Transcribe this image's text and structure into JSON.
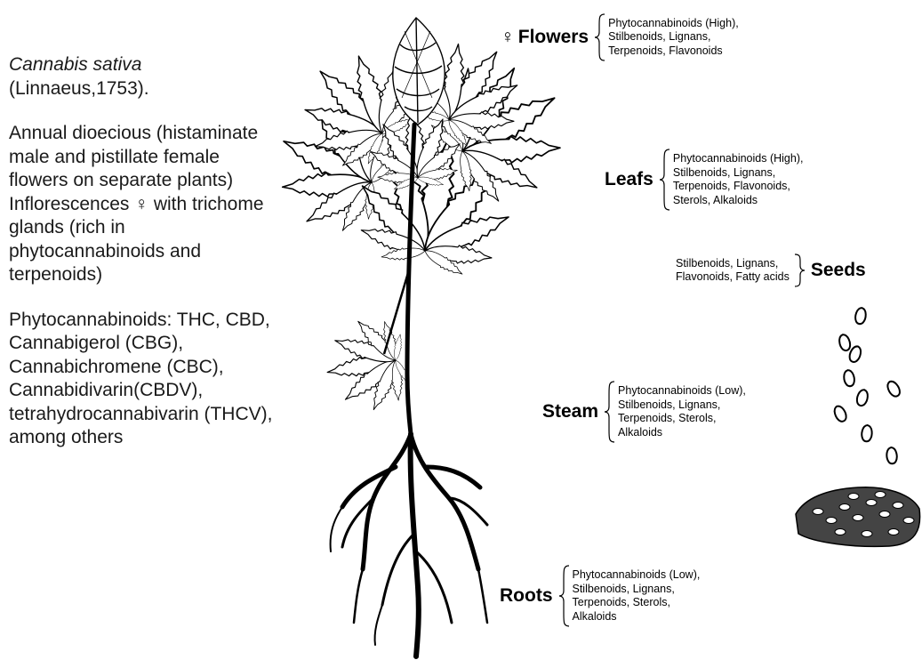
{
  "description": {
    "species": "Cannabis sativa",
    "authority": "(Linnaeus,1753).",
    "biology": "Annual dioecious (histaminate male and pistillate female flowers on separate plants) Inflorescences ♀ with trichome glands (rich in phytocannabinoids and terpenoids)",
    "compounds": "Phytocannabinoids: THC, CBD, Cannabigerol (CBG), Cannabichromene (CBC), Cannabidivarin(CBDV), tetrahydrocannabivarin (THCV), among others"
  },
  "parts": {
    "flowers": {
      "symbol": "♀",
      "label": "Flowers",
      "compounds": [
        "Phytocannabinoids (High),",
        "Stilbenoids, Lignans,",
        "Terpenoids, Flavonoids"
      ]
    },
    "leafs": {
      "label": "Leafs",
      "compounds": [
        "Phytocannabinoids (High),",
        "Stilbenoids, Lignans,",
        "Terpenoids, Flavonoids,",
        "Sterols, Alkaloids"
      ]
    },
    "seeds": {
      "label": "Seeds",
      "compounds": [
        "Stilbenoids, Lignans,",
        "Flavonoids, Fatty acids"
      ]
    },
    "steam": {
      "label": "Steam",
      "compounds": [
        "Phytocannabinoids (Low),",
        "Stilbenoids, Lignans,",
        "Terpenoids, Sterols,",
        "Alkaloids"
      ]
    },
    "roots": {
      "label": "Roots",
      "compounds": [
        "Phytocannabinoids (Low),",
        "Stilbenoids, Lignans,",
        "Terpenoids, Sterols,",
        "Alkaloids"
      ]
    }
  },
  "colors": {
    "ink": "#000000",
    "text": "#1a1a1a",
    "background": "#ffffff"
  }
}
